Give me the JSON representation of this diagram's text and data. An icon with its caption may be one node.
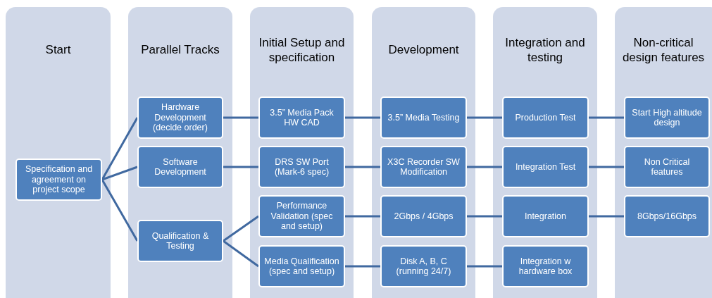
{
  "diagram": {
    "nodes": [
      {
        "text": [
          "Start"
        ]
      },
      {
        "text": [
          "Specification and agreement on project scope"
        ],
        "in": 0
      },
      {
        "text": [
          "Parallel Tracks"
        ]
      },
      {
        "text": [
          "Hardware Development (decide order)"
        ],
        "in": 2
      },
      {
        "text": [
          "Software Development"
        ],
        "in": 2
      },
      {
        "text": [
          "Qualification & Testing"
        ],
        "in": 2
      },
      {
        "text": [
          "Initial Setup and specification"
        ]
      },
      {
        "text": [
          "3.5” Media Pack HW CAD"
        ],
        "in": 6
      },
      {
        "text": [
          "DRS SW Port (Mark-6 spec)"
        ],
        "in": 6
      },
      {
        "text": [
          "Performance Validation (spec and setup)"
        ],
        "in": 6
      },
      {
        "text": [
          "Media Qualification (spec and setup)"
        ],
        "in": 6
      },
      {
        "text": [
          "Development"
        ]
      },
      {
        "text": [
          "3.5” Media Testing"
        ],
        "in": 11
      },
      {
        "text": [
          "X3C Recorder SW Modification"
        ],
        "in": 11
      },
      {
        "text": [
          "2Gbps / 4Gbps"
        ],
        "in": 11
      },
      {
        "text": [
          "Disk A, B, C (running 24/7)"
        ],
        "in": 11
      },
      {
        "text": [
          "Integration and testing"
        ]
      },
      {
        "text": [
          "Production Test"
        ],
        "in": 16
      },
      {
        "text": [
          "Integration Test"
        ],
        "in": 16
      },
      {
        "text": [
          "Integration"
        ],
        "in": 16
      },
      {
        "text": [
          "Integration w hardware box"
        ],
        "in": 16
      },
      {
        "text": [
          "Non-critical design features"
        ]
      },
      {
        "text": [
          "Start High altitude design"
        ],
        "in": 21
      },
      {
        "text": [
          "Non Critical features"
        ],
        "in": 21
      },
      {
        "text": [
          "8Gbps/16Gbps"
        ],
        "in": 21
      }
    ],
    "edges": [
      {
        "from": 1,
        "to": 3,
        "arrow": "none"
      },
      {
        "from": 1,
        "to": 4,
        "arrow": "none"
      },
      {
        "from": 1,
        "to": 5,
        "arrow": "none"
      },
      {
        "from": 3,
        "to": 7,
        "arrow": "none"
      },
      {
        "from": 4,
        "to": 8,
        "arrow": "none"
      },
      {
        "from": 5,
        "to": 9,
        "arrow": "none"
      },
      {
        "from": 5,
        "to": 10,
        "arrow": "none"
      },
      {
        "from": 7,
        "to": 12,
        "arrow": "none"
      },
      {
        "from": 8,
        "to": 13,
        "arrow": "none"
      },
      {
        "from": 9,
        "to": 14,
        "arrow": "none"
      },
      {
        "from": 10,
        "to": 15,
        "arrow": "none"
      },
      {
        "from": 12,
        "to": 17,
        "arrow": "none"
      },
      {
        "from": 13,
        "to": 18,
        "arrow": "none"
      },
      {
        "from": 14,
        "to": 19,
        "arrow": "none"
      },
      {
        "from": 15,
        "to": 20,
        "arrow": "none"
      },
      {
        "from": 17,
        "to": 22,
        "arrow": "none"
      },
      {
        "from": 18,
        "to": 23,
        "arrow": "none"
      },
      {
        "from": 19,
        "to": 24,
        "arrow": "none"
      }
    ]
  }
}
